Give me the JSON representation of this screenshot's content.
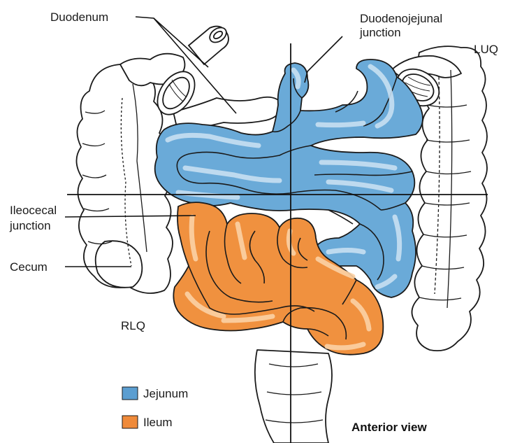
{
  "labels": {
    "duodenum": "Duodenum",
    "duodenojejunal_line1": "Duodenojejunal",
    "duodenojejunal_line2": "junction",
    "luq": "LUQ",
    "ileocecal_line1": "Ileocecal",
    "ileocecal_line2": "junction",
    "cecum": "Cecum",
    "rlq": "RLQ",
    "view": "Anterior view"
  },
  "legend": [
    {
      "label": "Jejunum",
      "color": "#5b9ed1"
    },
    {
      "label": "Ileum",
      "color": "#ef8a3a"
    }
  ],
  "colors": {
    "jejunum": "#6aaad8",
    "jejunum_highlight": "#c4def1",
    "ileum": "#f0913f",
    "ileum_highlight": "#fbd3a8",
    "outline": "#1a1a1a"
  }
}
